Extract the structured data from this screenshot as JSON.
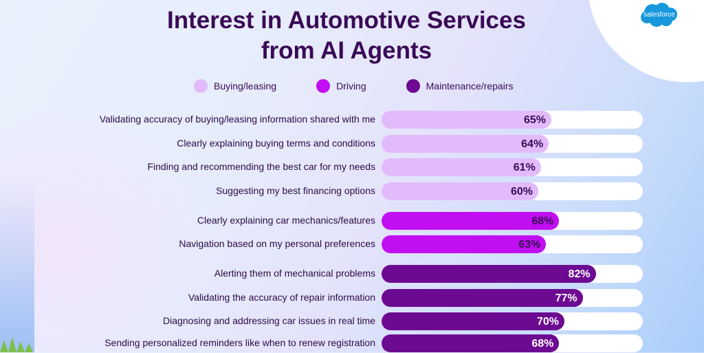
{
  "brand": "salesforce",
  "title_line1": "Interest in Automotive Services",
  "title_line2": "from AI Agents",
  "chart_data": {
    "type": "bar",
    "orientation": "horizontal",
    "title": "Interest in Automotive Services from AI Agents",
    "unit": "%",
    "xlim": [
      0,
      100
    ],
    "legend": [
      {
        "name": "Buying/leasing",
        "color": "#e2bbfb"
      },
      {
        "name": "Driving",
        "color": "#c10ff2"
      },
      {
        "name": "Maintenance/repairs",
        "color": "#6d0a92"
      }
    ],
    "categories": [
      {
        "label": "Validating accuracy of buying/leasing information shared with me",
        "value": 65,
        "series": 0,
        "display": "65%"
      },
      {
        "label": "Clearly explaining buying terms and conditions",
        "value": 64,
        "series": 0,
        "display": "64%"
      },
      {
        "label": "Finding and recommending the best car for my needs",
        "value": 61,
        "series": 0,
        "display": "61%"
      },
      {
        "label": "Suggesting my best financing options",
        "value": 60,
        "series": 0,
        "display": "60%"
      },
      {
        "label": "Clearly explaining car mechanics/features",
        "value": 68,
        "series": 1,
        "display": "68%"
      },
      {
        "label": "Navigation based on my personal preferences",
        "value": 63,
        "series": 1,
        "display": "63%"
      },
      {
        "label": "Alerting them of mechanical problems",
        "value": 82,
        "series": 2,
        "display": "82%"
      },
      {
        "label": "Validating the accuracy of repair information",
        "value": 77,
        "series": 2,
        "display": "77%"
      },
      {
        "label": "Diagnosing and addressing car issues in real time",
        "value": 70,
        "series": 2,
        "display": "70%"
      },
      {
        "label": "Sending personalized reminders like when to renew registration",
        "value": 68,
        "series": 2,
        "display": "68%"
      }
    ]
  }
}
